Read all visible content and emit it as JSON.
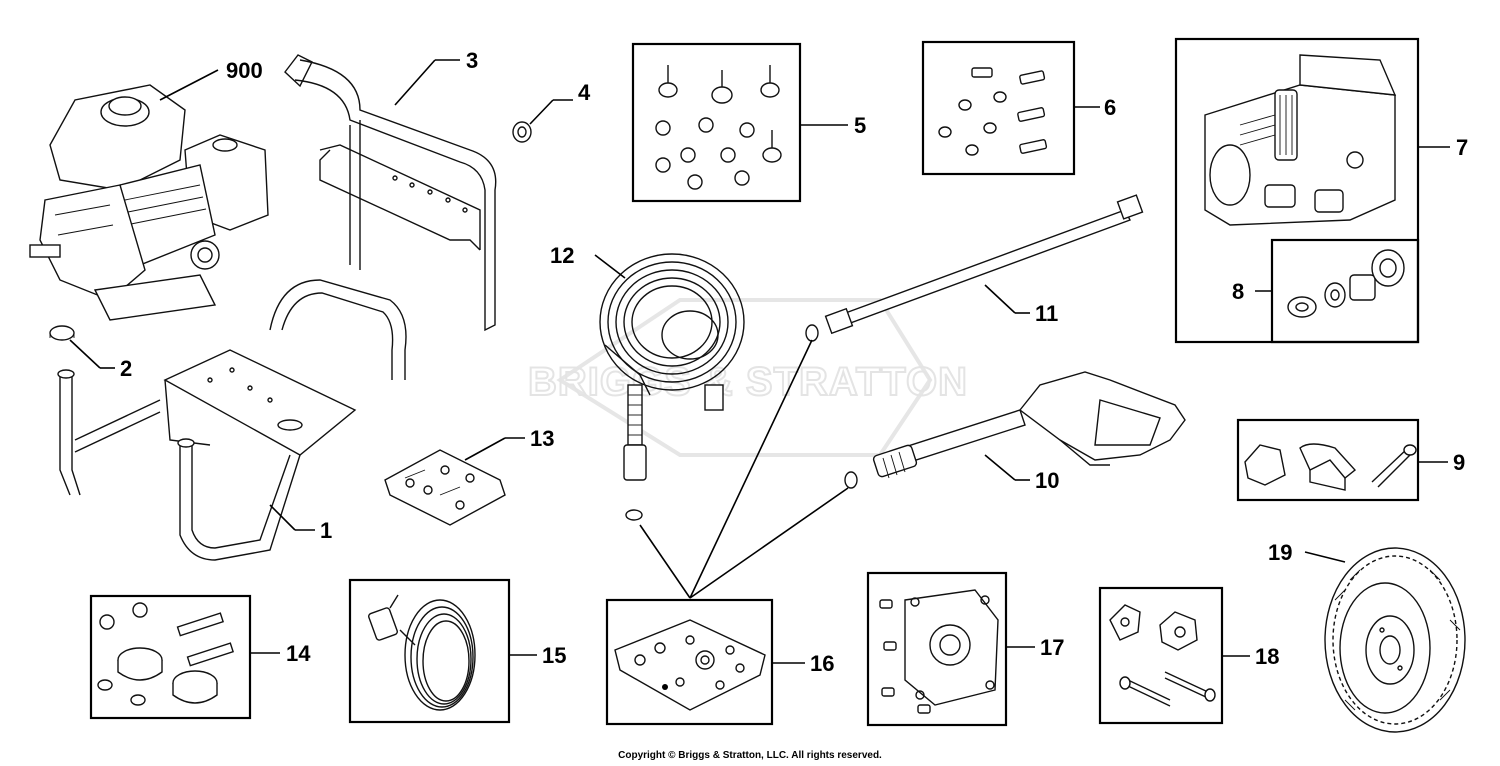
{
  "watermark": "BRIGGS & STRATTON",
  "copyright": "Copyright © Briggs & Stratton, LLC. All rights reserved.",
  "callouts": {
    "p900": "900",
    "p1": "1",
    "p2": "2",
    "p3": "3",
    "p4": "4",
    "p5": "5",
    "p6": "6",
    "p7": "7",
    "p8": "8",
    "p9": "9",
    "p10": "10",
    "p11": "11",
    "p12": "12",
    "p13": "13",
    "p14": "14",
    "p15": "15",
    "p16": "16",
    "p17": "17",
    "p18": "18",
    "p19": "19"
  }
}
